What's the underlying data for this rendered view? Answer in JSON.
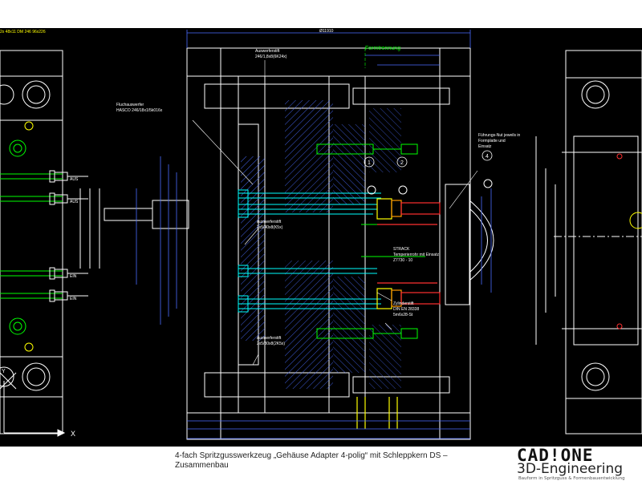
{
  "drawing": {
    "top_left_label": "2x 48x11 DM 246 96x226",
    "overall_dim": "Ø11910",
    "formtrennung": "Formtrennung",
    "callouts": {
      "auswerferstift_top": [
        "Auswerferstift",
        "246/1,8x8(6K24x)"
      ],
      "fluchauswerfer": [
        "Fluchauswerfer",
        "HASCO 246/18x1/5k016x"
      ],
      "auswerferstift_mid": [
        "Auswerferstift",
        "2x5/40x8(K5x)"
      ],
      "auswerferstift_low": [
        "Auswerferstift",
        "2x5/30x8(2K5x)"
      ],
      "fuehrungsnut": [
        "Führungs-Nut jeweils in",
        "Formplatte und",
        "Einsatz"
      ],
      "strack": [
        "STRACK",
        "Temperierrohr mit Einsatz",
        "Z7730 - 10"
      ],
      "zylinderstift": [
        "Zylinderstift",
        "DIN EN 28338",
        "5m6x28-St"
      ],
      "aus_1": "AUS",
      "aus_2": "AUS",
      "ein_1": "EIN",
      "ein_2": "EIN",
      "num_1": "1",
      "num_2": "2",
      "num_4": "4",
      "axis_x": "X",
      "axis_y": "Y"
    }
  },
  "caption": {
    "line1": "4-fach Spritzgusswerkzeug „Gehäuse Adapter 4-polig“ mit Schleppkern DS –",
    "line2": "Zusammenbau"
  },
  "logo": {
    "main": "CAD!ONE",
    "sub": "3D-Engineering",
    "tagline": "Bauform in Spritzguss & Formenbauentwicklung"
  },
  "colors": {
    "background": "#000000",
    "outline": "#ffffff",
    "cyan": "#00ffff",
    "green": "#00ff00",
    "blue": "#4a6cff",
    "yellow": "#ffff00",
    "red": "#ff3030",
    "orange": "#ff9900"
  }
}
